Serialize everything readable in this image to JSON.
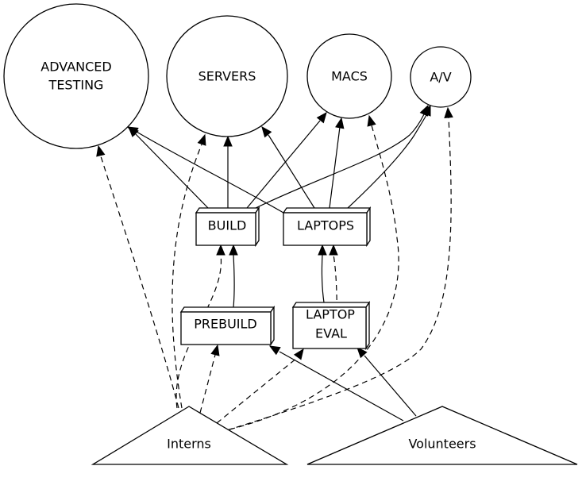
{
  "diagram": {
    "type": "directed-graph",
    "nodes": {
      "advanced_testing": {
        "label_lines": [
          "ADVANCED",
          "TESTING"
        ],
        "shape": "circle"
      },
      "servers": {
        "label_lines": [
          "SERVERS"
        ],
        "shape": "circle"
      },
      "macs": {
        "label_lines": [
          "MACS"
        ],
        "shape": "circle"
      },
      "av": {
        "label_lines": [
          "A/V"
        ],
        "shape": "circle"
      },
      "build": {
        "label_lines": [
          "BUILD"
        ],
        "shape": "box3d"
      },
      "laptops": {
        "label_lines": [
          "LAPTOPS"
        ],
        "shape": "box3d"
      },
      "prebuild": {
        "label_lines": [
          "PREBUILD"
        ],
        "shape": "box3d"
      },
      "laptop_eval": {
        "label_lines": [
          "LAPTOP",
          "EVAL"
        ],
        "shape": "box3d"
      },
      "interns": {
        "label_lines": [
          "Interns"
        ],
        "shape": "triangle"
      },
      "volunteers": {
        "label_lines": [
          "Volunteers"
        ],
        "shape": "triangle"
      }
    },
    "edges": [
      {
        "from": "build",
        "to": "advanced_testing",
        "style": "solid"
      },
      {
        "from": "build",
        "to": "servers",
        "style": "solid"
      },
      {
        "from": "build",
        "to": "macs",
        "style": "solid"
      },
      {
        "from": "build",
        "to": "av",
        "style": "solid"
      },
      {
        "from": "laptops",
        "to": "advanced_testing",
        "style": "solid"
      },
      {
        "from": "laptops",
        "to": "servers",
        "style": "solid"
      },
      {
        "from": "laptops",
        "to": "macs",
        "style": "solid"
      },
      {
        "from": "laptops",
        "to": "av",
        "style": "solid"
      },
      {
        "from": "prebuild",
        "to": "build",
        "style": "solid"
      },
      {
        "from": "laptop_eval",
        "to": "laptops",
        "style": "solid"
      },
      {
        "from": "volunteers",
        "to": "prebuild",
        "style": "solid"
      },
      {
        "from": "volunteers",
        "to": "laptop_eval",
        "style": "solid"
      },
      {
        "from": "interns",
        "to": "advanced_testing",
        "style": "dashed"
      },
      {
        "from": "interns",
        "to": "servers",
        "style": "dashed"
      },
      {
        "from": "interns",
        "to": "macs",
        "style": "dashed"
      },
      {
        "from": "interns",
        "to": "av",
        "style": "dashed"
      },
      {
        "from": "interns",
        "to": "build",
        "style": "dashed"
      },
      {
        "from": "interns",
        "to": "laptops",
        "style": "dashed"
      },
      {
        "from": "interns",
        "to": "prebuild",
        "style": "dashed"
      },
      {
        "from": "interns",
        "to": "laptop_eval",
        "style": "dashed"
      }
    ]
  }
}
